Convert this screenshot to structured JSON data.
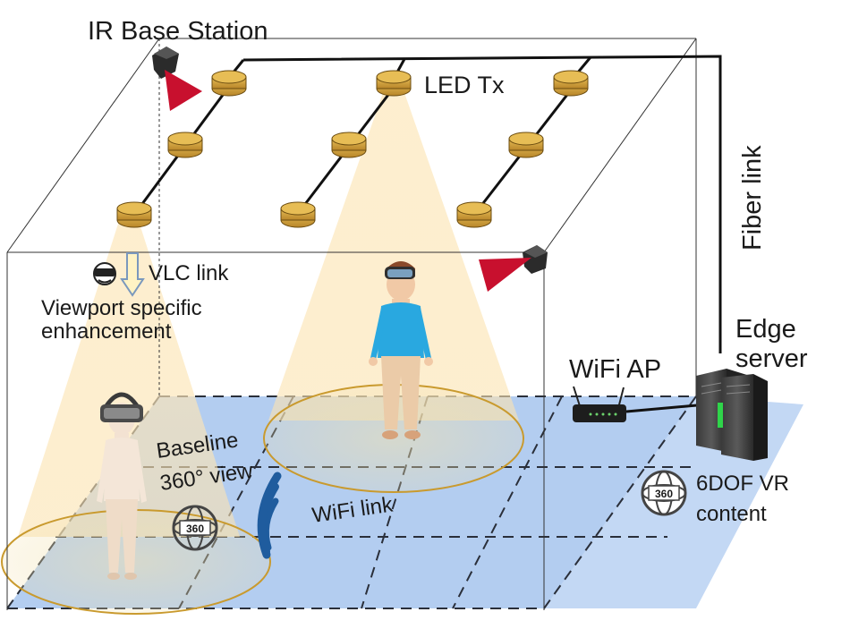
{
  "labels": {
    "ir_base_station": "IR Base Station",
    "led_tx": "LED Tx",
    "fiber_link": "Fiber link",
    "vlc_link": "VLC link",
    "viewport_line1": "Viewport specific",
    "viewport_line2": "enhancement",
    "edge_line1": "Edge",
    "edge_line2": "server",
    "wifi_ap": "WiFi AP",
    "baseline_line1": "Baseline",
    "baseline_line2": "360° view",
    "wifi_link": "WiFi link",
    "content_line1": "6DOF VR",
    "content_line2": "content",
    "icon_360": "360"
  },
  "colors": {
    "led": "#c9992a",
    "led_top": "#e3b84e",
    "beam": "#fbe7bd",
    "floor": "#b5cff0",
    "emitter": "#c8102e",
    "wifi_wave": "#1f5c9e",
    "shirt": "#29a8e0",
    "pants": "#e9c7a3"
  }
}
